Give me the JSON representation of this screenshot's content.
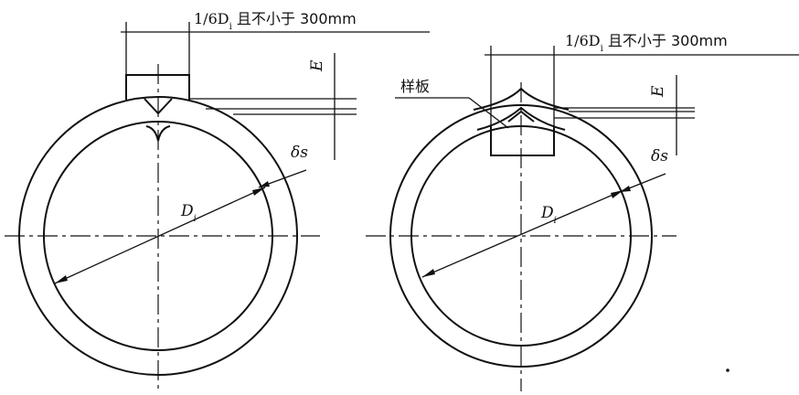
{
  "left_figure": {
    "width_label": "1/6D",
    "width_label_sub": "i",
    "width_label_suffix": " 且不小于 300mm",
    "gap_label": "E",
    "thickness_label": "δs",
    "diameter_label": "D",
    "diameter_label_sub": "i"
  },
  "right_figure": {
    "template_label": "样板",
    "width_label": "1/6D",
    "width_label_sub": "i",
    "width_label_suffix": " 且不小于 300mm",
    "gap_label": "E",
    "thickness_label": "δs",
    "diameter_label": "D",
    "diameter_label_sub": "i"
  }
}
